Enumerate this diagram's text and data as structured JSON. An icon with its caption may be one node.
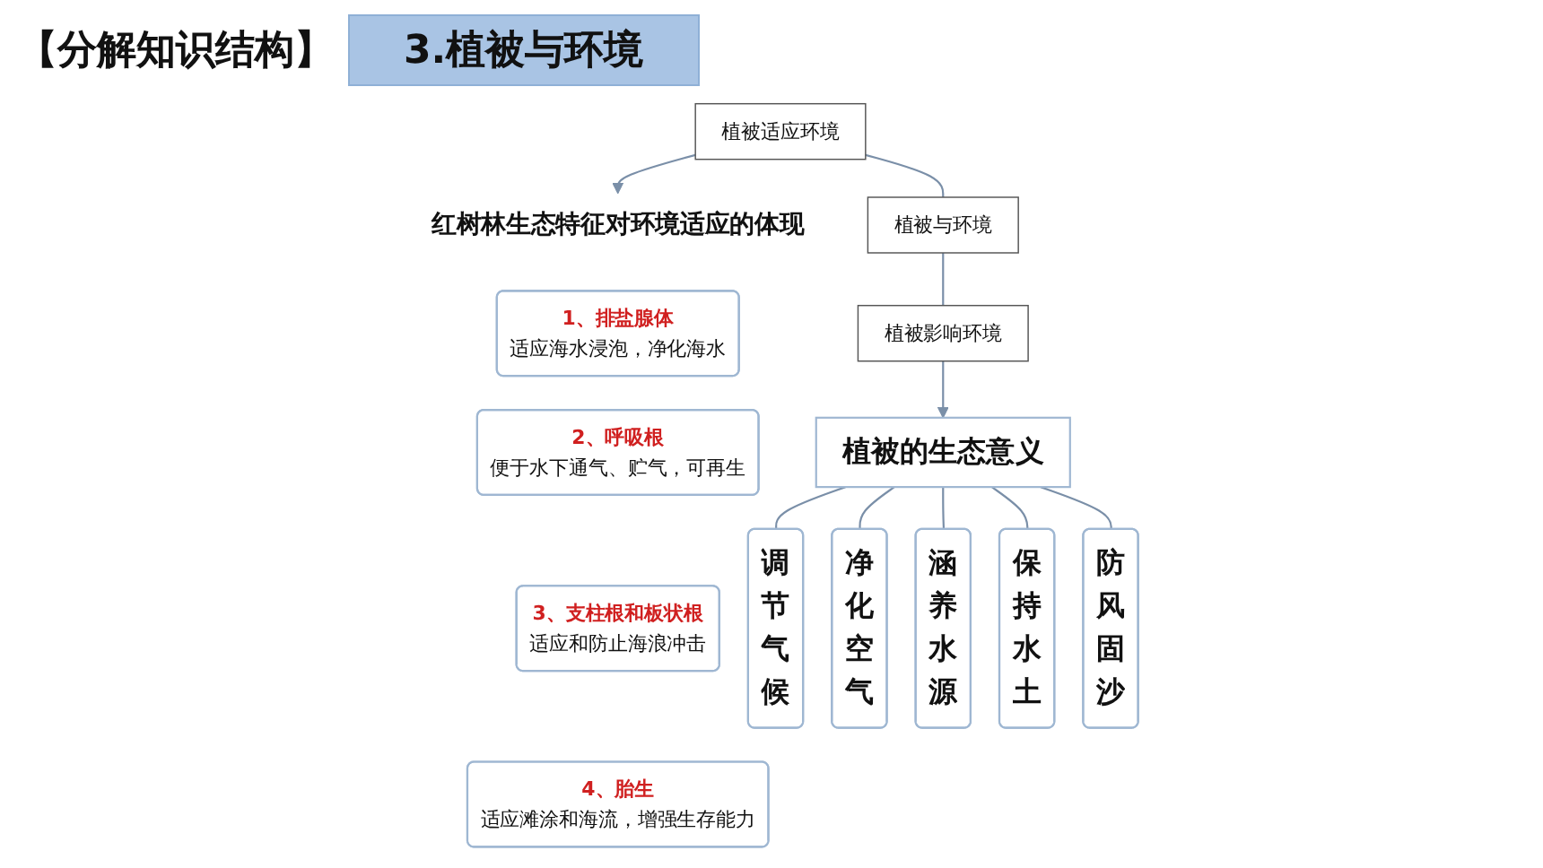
{
  "diagram": {
    "title": "3.植被与环境",
    "nodes": [
      {
        "text": [
          "植被适应环境"
        ]
      },
      {
        "text": [
          "植被与环境"
        ]
      },
      {
        "text": [
          "植被影响环境"
        ]
      },
      {
        "text": [
          "红树林生态特征对环境适应的体现"
        ]
      },
      {
        "text": [
          "1、排盐腺体",
          "适应海水浸泡，净化海水"
        ]
      },
      {
        "text": [
          "2、呼吸根",
          "便于水下通气、贮气，可再生"
        ]
      },
      {
        "text": [
          "3、支柱根和板状根",
          "适应和防止海浪冲击"
        ]
      },
      {
        "text": [
          "4、胎生",
          "适应滩涂和海流，增强生存能力"
        ]
      },
      {
        "text": [
          "植被的生态意义"
        ]
      },
      {
        "text": [
          "调节气候"
        ]
      },
      {
        "text": [
          "净化空气"
        ]
      },
      {
        "text": [
          "涵养水源"
        ]
      },
      {
        "text": [
          "保持水土"
        ]
      },
      {
        "text": [
          "防风固沙"
        ]
      }
    ],
    "edges": [
      {
        "from": 0,
        "to": 1,
        "arrow": "none"
      },
      {
        "from": 1,
        "to": 2,
        "arrow": "none"
      },
      {
        "from": 0,
        "to": 3,
        "arrow": "to"
      },
      {
        "from": 2,
        "to": 8,
        "arrow": "to"
      },
      {
        "from": 8,
        "to": 9,
        "arrow": "none"
      },
      {
        "from": 8,
        "to": 10,
        "arrow": "none"
      },
      {
        "from": 8,
        "to": 11,
        "arrow": "none"
      },
      {
        "from": 8,
        "to": 12,
        "arrow": "none"
      },
      {
        "from": 8,
        "to": 13,
        "arrow": "none"
      }
    ],
    "labels": [
      "【分解知识结构】"
    ]
  }
}
